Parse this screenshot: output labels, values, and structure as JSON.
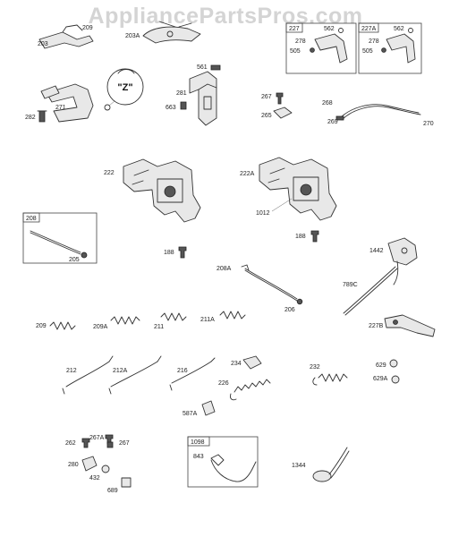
{
  "watermark": "AppliancePartsPros.com",
  "callout": "\"Z\"",
  "labels": {
    "p203": "203",
    "p209_top": "209",
    "p203A": "203A",
    "b227": "227",
    "b227_562": "562",
    "b227_278": "278",
    "b227_505": "505",
    "b227A": "227A",
    "b227A_562": "562",
    "b227A_278": "278",
    "b227A_505": "505",
    "p282": "282",
    "p271": "271",
    "p561": "561",
    "p281": "281",
    "p663": "663",
    "p267": "267",
    "p265": "265",
    "p268": "268",
    "p269": "269",
    "p270": "270",
    "p222": "222",
    "p222A": "222A",
    "p1012": "1012",
    "b208": "208",
    "b208_205": "205",
    "p188_a": "188",
    "p188_b": "188",
    "p1442": "1442",
    "p208A": "208A",
    "p789C": "789C",
    "p206": "206",
    "p209": "209",
    "p209A": "209A",
    "p211": "211",
    "p211A": "211A",
    "p227B": "227B",
    "p212": "212",
    "p212A": "212A",
    "p216": "216",
    "p234": "234",
    "p226": "226",
    "p232": "232",
    "p629": "629",
    "p629A": "629A",
    "p587A": "587A",
    "p262": "262",
    "p267A": "267A",
    "p267_b": "267",
    "p280": "280",
    "p432": "432",
    "p689": "689",
    "b1098": "1098",
    "b1098_843": "843",
    "p1344": "1344"
  }
}
